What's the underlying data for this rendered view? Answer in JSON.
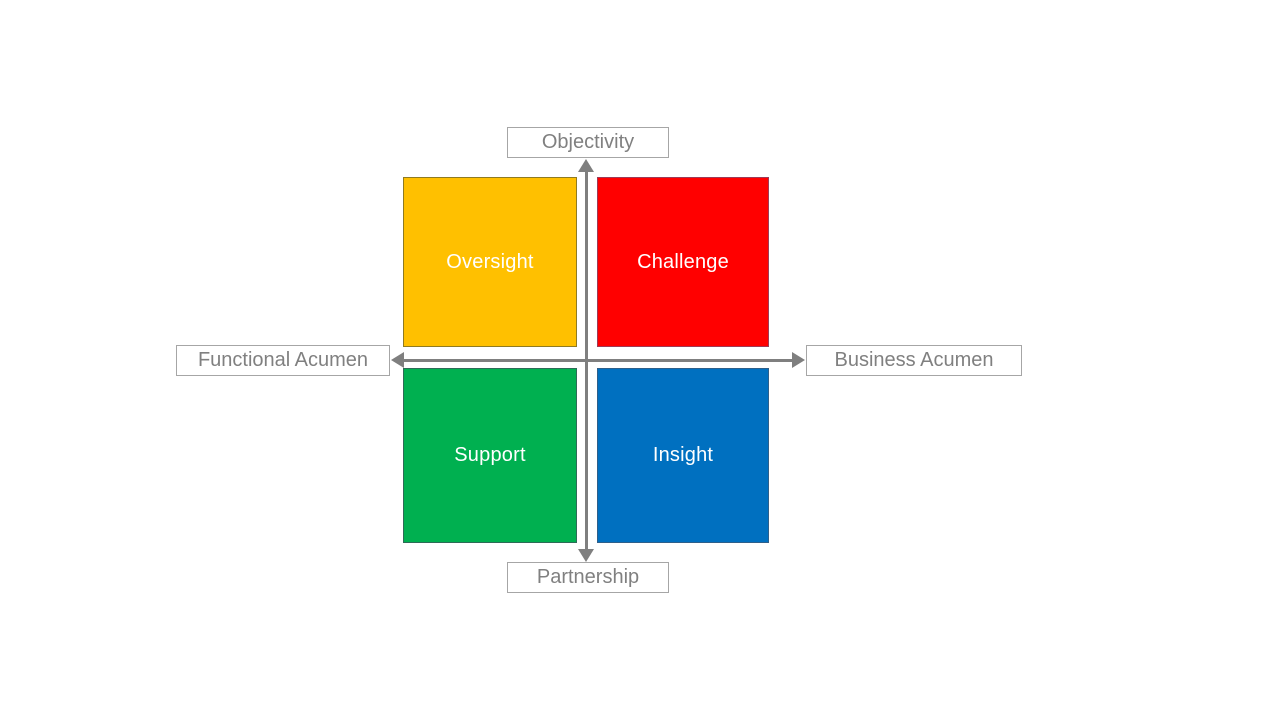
{
  "diagram": {
    "title": "competency-quadrant-diagram",
    "axes": {
      "top_label": "Objectivity",
      "bottom_label": "Partnership",
      "left_label": "Functional Acumen",
      "right_label": "Business Acumen"
    },
    "quadrants": {
      "top_left": {
        "label": "Oversight",
        "fill": "#FFC000",
        "border": "#8F7A22"
      },
      "top_right": {
        "label": "Challenge",
        "fill": "#FF0000",
        "border": "#9E3A56"
      },
      "bottom_left": {
        "label": "Support",
        "fill": "#00B050",
        "border": "#2E6B57"
      },
      "bottom_right": {
        "label": "Insight",
        "fill": "#0070C0",
        "border": "#2E5F8A"
      }
    },
    "colors": {
      "axis_line": "#7F7F7F",
      "label_box_border": "#A6A6A6",
      "label_text": "#808080",
      "quadrant_text": "#FFFFFF",
      "background": "#FFFFFF"
    }
  }
}
